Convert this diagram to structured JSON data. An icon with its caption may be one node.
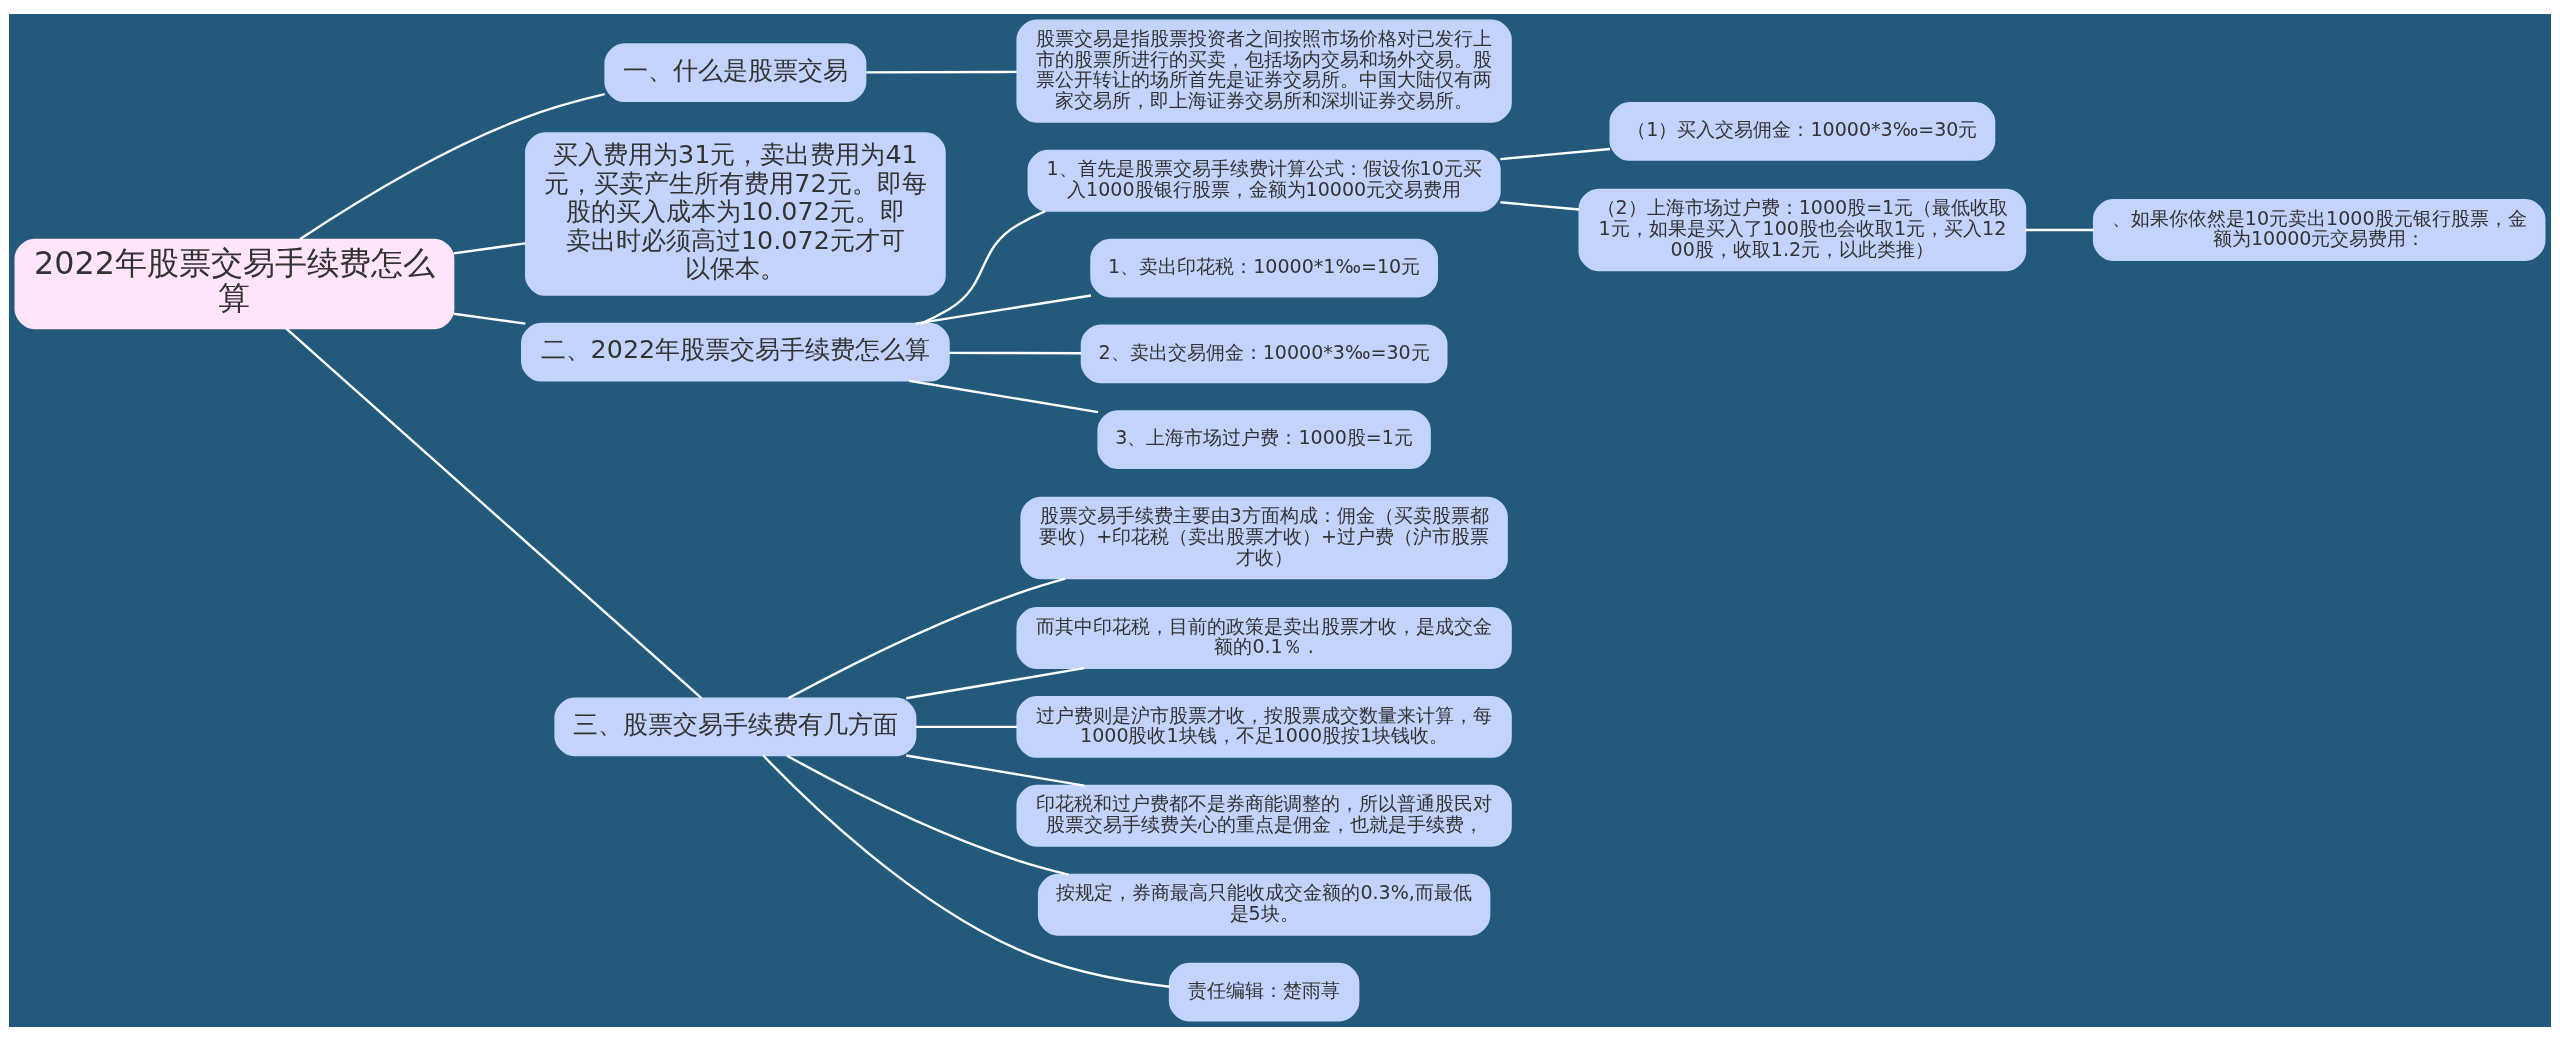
{
  "diagram": {
    "nodes": [
      {
        "text": [
          "2022年股票交易手续费怎么算"
        ]
      },
      {
        "text": [
          "一、什么是股票交易"
        ]
      },
      {
        "text": [
          "股票交易是指股票投资者之间按照市场价格对已发行上市的股票所进行的买卖，包括场内交易和场外交易。股票公开转让的场所首先是证券交易所。中国大陆仅有两家交易所，即上海证券交易所和深圳证券交易所。"
        ]
      },
      {
        "text": [
          "买入费用为31元，卖出费用为41元，买卖产生所有费用72元。即每股的买入成本为10.072元。即卖出时必须高过10.072元才可以保本。"
        ]
      },
      {
        "text": [
          "二、2022年股票交易手续费怎么算"
        ]
      },
      {
        "text": [
          "1、首先是股票交易手续费计算公式：假设你10元买入1000股银行股票，金额为10000元交易费用"
        ]
      },
      {
        "text": [
          "（1）买入交易佣金：10000*3‰=30元"
        ]
      },
      {
        "text": [
          "（2）上海市场过户费：1000股=1元（最低收取1元，如果是买入了100股也会收取1元，买入1200股，收取1.2元，以此类推）"
        ]
      },
      {
        "text": [
          "、如果你依然是10元卖出1000股元银行股票，金额为10000元交易费用："
        ]
      },
      {
        "text": [
          "1、卖出印花税：10000*1‰=10元"
        ]
      },
      {
        "text": [
          "2、卖出交易佣金：10000*3‰=30元"
        ]
      },
      {
        "text": [
          "3、上海市场过户费：1000股=1元"
        ]
      },
      {
        "text": [
          "三、股票交易手续费有几方面"
        ]
      },
      {
        "text": [
          "股票交易手续费主要由3方面构成：佣金（买卖股票都要收）+印花税（卖出股票才收）+过户费（沪市股票才收）"
        ]
      },
      {
        "text": [
          "而其中印花税，目前的政策是卖出股票才收，是成交金额的0.1％ ."
        ]
      },
      {
        "text": [
          "过户费则是沪市股票才收，按股票成交数量来计算，每1000股收1块钱，不足1000股按1块钱收。"
        ]
      },
      {
        "text": [
          "印花税和过户费都不是券商能调整的，所以普通股民对股票交易手续费关心的重点是佣金，也就是手续费，"
        ]
      },
      {
        "text": [
          "按规定，券商最高只能收成交金额的0.3%,而最低是5块。"
        ]
      },
      {
        "text": [
          "责任编辑：楚雨荨"
        ]
      }
    ],
    "edges": [
      {
        "from": 0,
        "to": 1,
        "arrow": "none"
      },
      {
        "from": 1,
        "to": 2,
        "arrow": "none"
      },
      {
        "from": 0,
        "to": 3,
        "arrow": "none"
      },
      {
        "from": 0,
        "to": 4,
        "arrow": "none"
      },
      {
        "from": 4,
        "to": 5,
        "arrow": "none"
      },
      {
        "from": 5,
        "to": 6,
        "arrow": "none"
      },
      {
        "from": 5,
        "to": 7,
        "arrow": "none"
      },
      {
        "from": 7,
        "to": 8,
        "arrow": "none"
      },
      {
        "from": 4,
        "to": 9,
        "arrow": "none"
      },
      {
        "from": 4,
        "to": 10,
        "arrow": "none"
      },
      {
        "from": 4,
        "to": 11,
        "arrow": "none"
      },
      {
        "from": 0,
        "to": 12,
        "arrow": "none"
      },
      {
        "from": 12,
        "to": 13,
        "arrow": "none"
      },
      {
        "from": 12,
        "to": 14,
        "arrow": "none"
      },
      {
        "from": 12,
        "to": 15,
        "arrow": "none"
      },
      {
        "from": 12,
        "to": 16,
        "arrow": "none"
      },
      {
        "from": 12,
        "to": 17,
        "arrow": "none"
      },
      {
        "from": 12,
        "to": 18,
        "arrow": "none"
      }
    ]
  }
}
